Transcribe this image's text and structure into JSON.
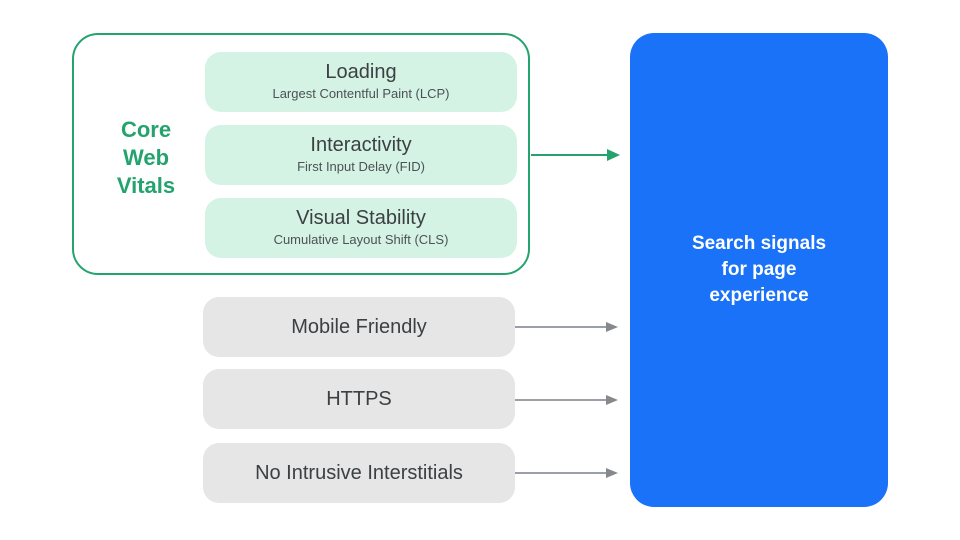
{
  "colors": {
    "green": "#24A36E",
    "green_light": "#D4F3E4",
    "gray_pill": "#E6E6E6",
    "blue": "#1A72F8",
    "dark_text": "#3C4043",
    "subtitle_text": "#4D5156",
    "arrow_gray": "#9AA0A6",
    "white": "#FFFFFF"
  },
  "core_web_vitals": {
    "label": "Core\nWeb\nVitals",
    "items": [
      {
        "title": "Loading",
        "subtitle": "Largest Contentful Paint (LCP)"
      },
      {
        "title": "Interactivity",
        "subtitle": "First Input Delay (FID)"
      },
      {
        "title": "Visual Stability",
        "subtitle": "Cumulative Layout Shift (CLS)"
      }
    ]
  },
  "other_signals": [
    {
      "label": "Mobile Friendly"
    },
    {
      "label": "HTTPS"
    },
    {
      "label": "No Intrusive Interstitials"
    }
  ],
  "result_box": {
    "label": "Search signals\nfor page\nexperience"
  }
}
